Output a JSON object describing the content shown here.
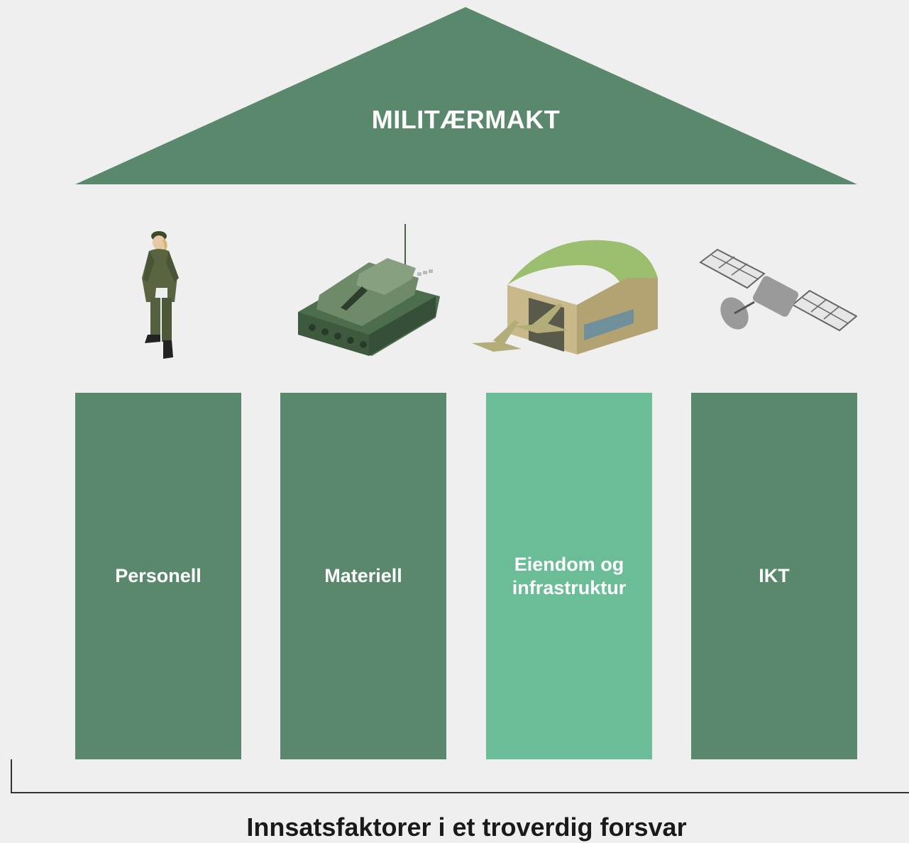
{
  "roof": {
    "title": "MILITÆRMAKT",
    "color": "#5a886c"
  },
  "pillars": [
    {
      "label": "Personell",
      "icon": "soldier-icon",
      "color": "#5a886c"
    },
    {
      "label": "Materiell",
      "icon": "tank-icon",
      "color": "#5a886c"
    },
    {
      "label": "Eiendom og infrastruktur",
      "icon": "hangar-icon",
      "color": "#6abd97"
    },
    {
      "label": "IKT",
      "icon": "satellite-icon",
      "color": "#5a886c"
    }
  ],
  "caption": "Innsatsfaktorer i et troverdig forsvar"
}
